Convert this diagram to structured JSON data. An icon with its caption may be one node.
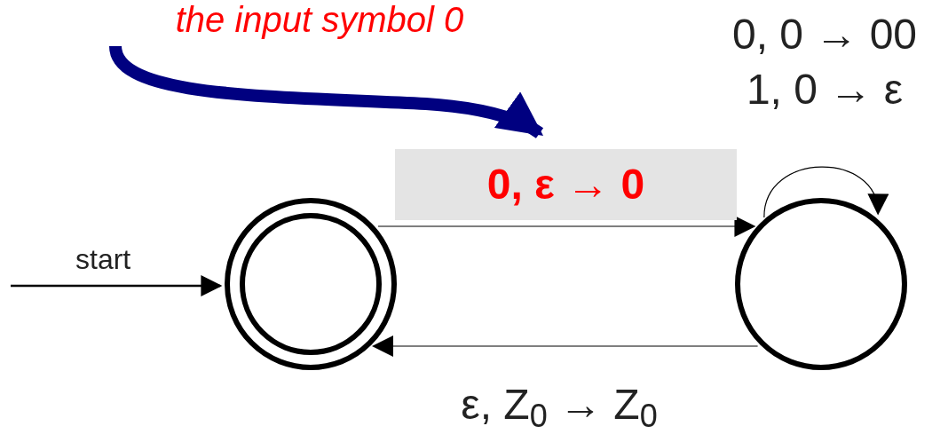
{
  "diagram": {
    "nodes": [
      {
        "text": [
          "the input symbol 0"
        ]
      },
      {
        "text": [
          "0, ε → 0"
        ]
      },
      {
        "text": [],
        "shape": "circle"
      },
      {
        "text": [],
        "shape": "circle"
      }
    ],
    "edges": [
      {
        "from": 0,
        "to": 1,
        "arrow": "to",
        "style": "thick",
        "color": "#000080"
      },
      {
        "from": null,
        "to": 2,
        "arrow": "to",
        "label": "start"
      },
      {
        "from": 2,
        "to": 3,
        "arrow": "to"
      },
      {
        "from": 3,
        "to": 3,
        "arrow": "to",
        "label": "0, 0 → 00 1, 0 → ε"
      },
      {
        "from": 3,
        "to": 2,
        "arrow": "to",
        "label": "ε, Z$_{0}$ → Z$_{0}$"
      }
    ]
  }
}
